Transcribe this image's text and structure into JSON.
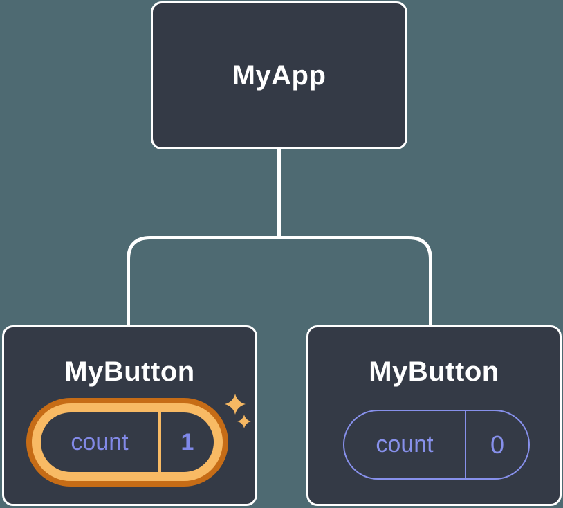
{
  "diagram": {
    "type": "component-tree",
    "background_color": "#4e6a72",
    "node_fill_color": "#343a46",
    "node_border_color": "#ffffff",
    "connector_color": "#ffffff",
    "root": {
      "label": "MyApp"
    },
    "children": [
      {
        "label": "MyButton",
        "state": {
          "key": "count",
          "value": "1"
        },
        "highlighted": true,
        "highlight_ring_outer_color": "#c66c16",
        "highlight_ring_inner_color": "#f8ba64",
        "state_key_color": "#8289e6",
        "state_value_color": "#7f88e8",
        "icon": "sparkle-icon",
        "sparkle_color": "#f6b863"
      },
      {
        "label": "MyButton",
        "state": {
          "key": "count",
          "value": "0"
        },
        "highlighted": false,
        "outline_color": "#8790eb",
        "state_key_color": "#8790eb",
        "state_value_color": "#8790eb"
      }
    ]
  }
}
